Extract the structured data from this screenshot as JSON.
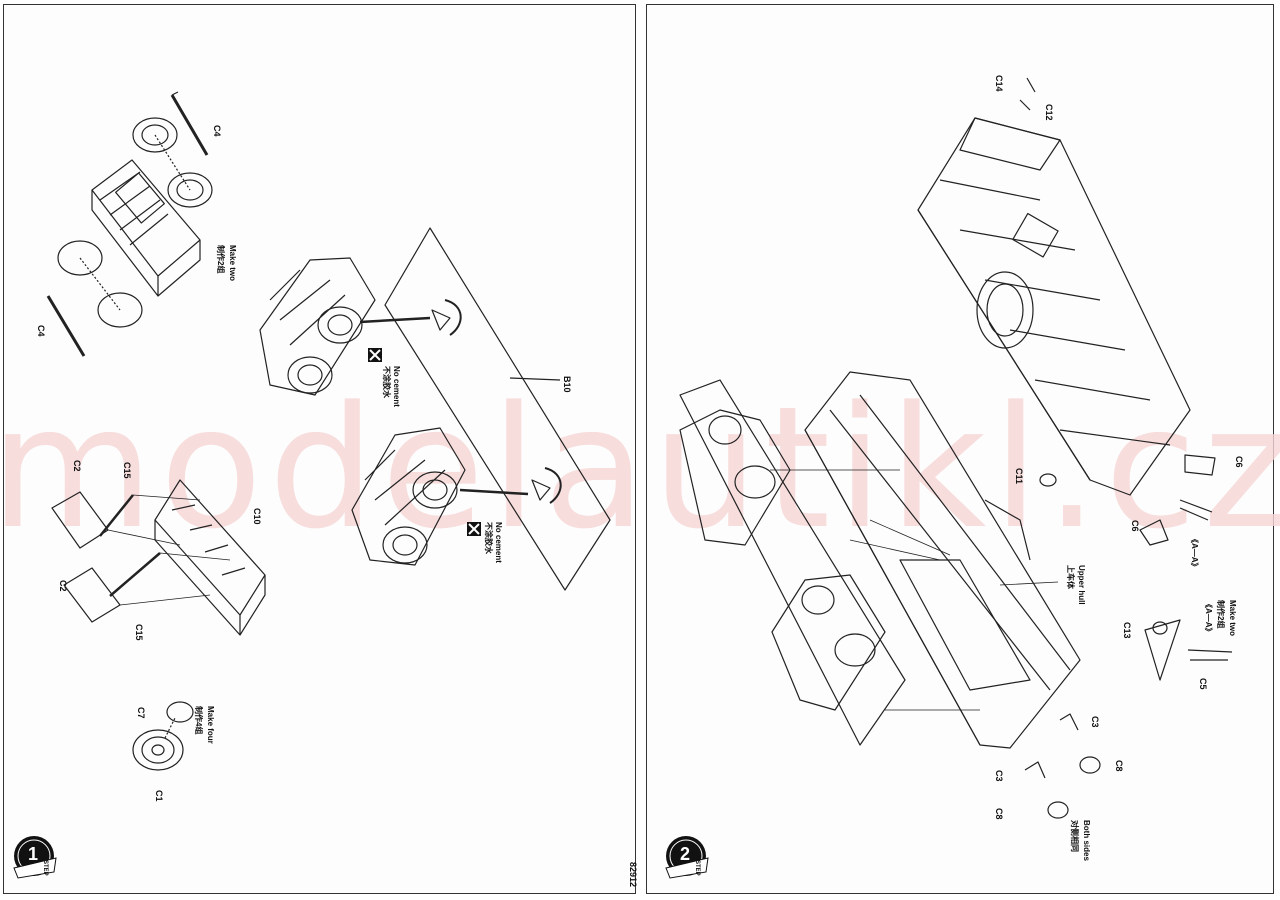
{
  "watermark": "modelautikl.cz",
  "steps": {
    "step1": {
      "number": "1",
      "word": "STEP"
    },
    "step2": {
      "number": "2",
      "word": "STEP"
    }
  },
  "catalog_number": "82912",
  "step1_labels": {
    "c4_top": "C4",
    "c4_left": "C4",
    "make_two_cn": "制作2组",
    "make_two_en": "Make two",
    "no_cement_cn": "不涂胶水",
    "no_cement_en": "No cement",
    "b10": "B10",
    "no_cement_cn_2": "不涂胶水",
    "no_cement_en_2": "No cement",
    "c2_top": "C2",
    "c15_top": "C15",
    "c10": "C10",
    "c2_bottom": "C2",
    "c15_bottom": "C15",
    "c7": "C7",
    "make_four_cn": "制作4组",
    "make_four_en": "Make four",
    "c1": "C1"
  },
  "step2_labels": {
    "c14": "C14",
    "c12": "C12",
    "c11": "C11",
    "c6_top": "C6",
    "c6_mid": "C6",
    "a_a": "《A—A》",
    "upper_hull_cn": "上车体",
    "upper_hull_en": "Upper hull",
    "a_a_2": "《A—A》",
    "make_two_cn": "制作2组",
    "make_two_en": "Make two",
    "c13": "C13",
    "c5": "C5",
    "c3_right": "C3",
    "c8_right": "C8",
    "c3_left": "C3",
    "c8_left": "C8",
    "both_sides_cn": "对侧相同",
    "both_sides_en": "Both sides"
  }
}
